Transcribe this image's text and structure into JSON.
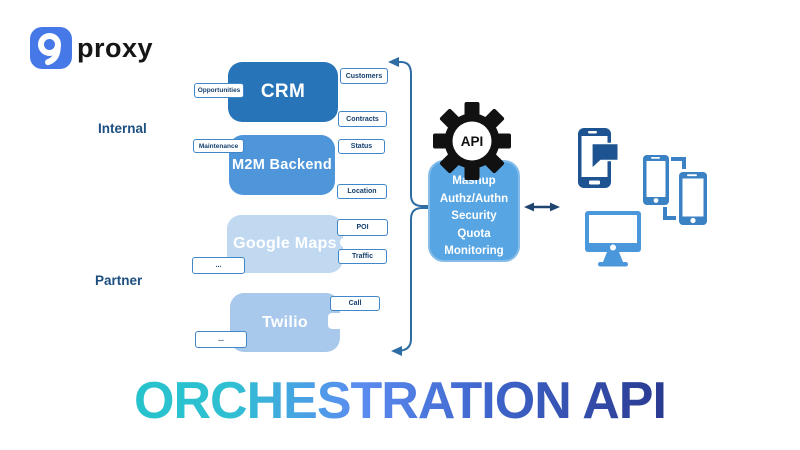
{
  "brand": {
    "name": "proxy",
    "badge_color": "#4678e8"
  },
  "tiers": {
    "internal_label": "Internal",
    "partner_label": "Partner"
  },
  "services": [
    {
      "name": "CRM",
      "color": "#2774b8",
      "endpoints_left": [
        "Opportunities"
      ],
      "endpoints_right": [
        "Customers",
        "",
        "Contracts"
      ]
    },
    {
      "name": "M2M Backend",
      "color": "#4e95da",
      "endpoints_left": [
        "Maintenance"
      ],
      "endpoints_right": [
        "Status",
        "",
        "Location"
      ]
    },
    {
      "name": "Google Maps",
      "color": "#c0d9f1",
      "endpoints_left": [
        "..."
      ],
      "endpoints_right": [
        "POI",
        "",
        "Traffic"
      ]
    },
    {
      "name": "Twilio",
      "color": "#a9c9ec",
      "endpoints_left": [
        "..."
      ],
      "endpoints_right": [
        "Call",
        ""
      ]
    }
  ],
  "gateway": {
    "badge": "API",
    "capabilities": [
      "Mashup",
      "Authz/Authn",
      "Security",
      "Quota",
      "Monitoring"
    ],
    "color": "#57a5e3"
  },
  "clients": {
    "icons": [
      "smartphone-chat",
      "phones-sync",
      "desktop-monitor"
    ]
  },
  "title": {
    "text": "ORCHESTRATION API",
    "gradient": [
      "#26c3cc",
      "#5b8cf0",
      "#2a3a90"
    ]
  }
}
